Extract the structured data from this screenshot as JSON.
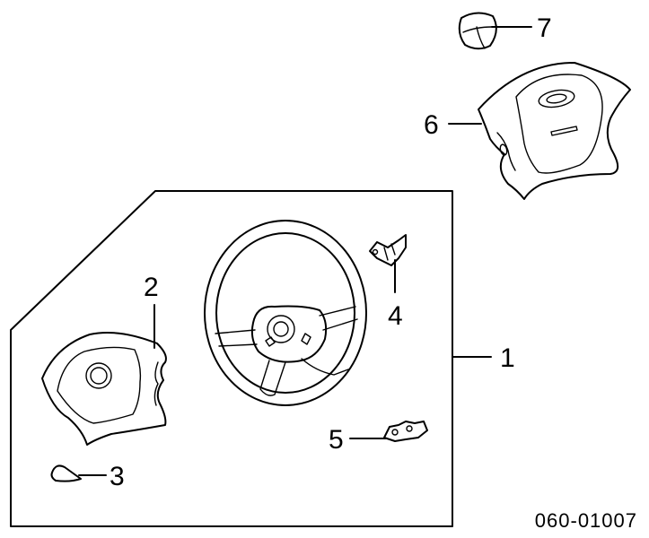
{
  "callouts": [
    {
      "id": "1",
      "label": "1"
    },
    {
      "id": "2",
      "label": "2"
    },
    {
      "id": "3",
      "label": "3"
    },
    {
      "id": "4",
      "label": "4"
    },
    {
      "id": "5",
      "label": "5"
    },
    {
      "id": "6",
      "label": "6"
    },
    {
      "id": "7",
      "label": "7"
    }
  ],
  "diagram_code": "060-01007"
}
